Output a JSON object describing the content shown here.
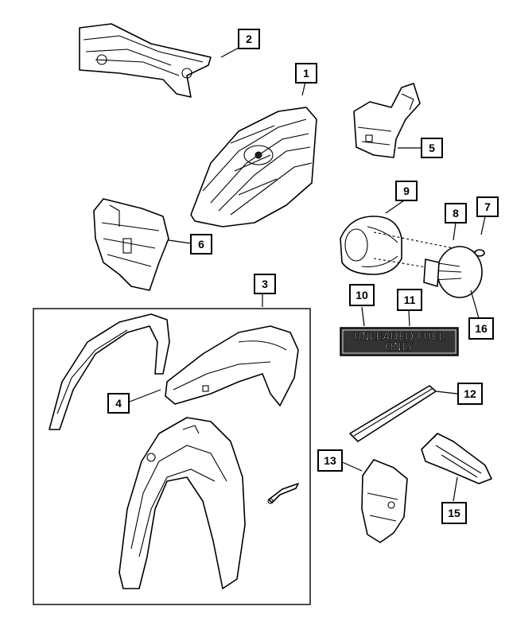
{
  "callouts": [
    "1",
    "2",
    "3",
    "4",
    "5",
    "6",
    "7",
    "8",
    "9",
    "10",
    "11",
    "12",
    "13",
    "15",
    "16"
  ],
  "decal": {
    "line1": "UNLEADED FUEL",
    "line2": "ONLY"
  }
}
